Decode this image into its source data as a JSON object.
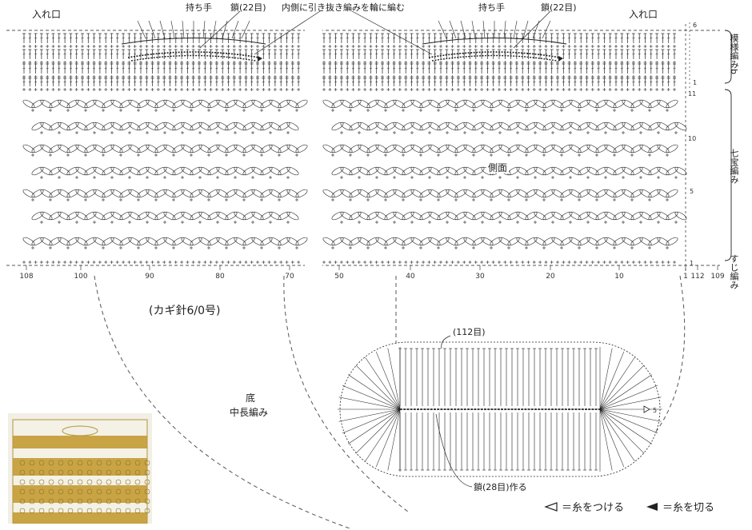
{
  "labels": {
    "opening_left": "入れ口",
    "opening_right": "入れ口",
    "handle_left": "持ち手",
    "handle_right": "持ち手",
    "chain22_left": "鎖(22目)",
    "chain22_right": "鎖(22目)",
    "inner_slip_note": "内側に引き抜き編みを輪に編む",
    "side": "側面",
    "hook": "(カギ針6/0号)",
    "bottom": "底",
    "bottom_stitch": "中長編み",
    "stitches_112": "(112目)",
    "chain28": "鎖(28目)作る"
  },
  "side_labels": {
    "pattern_b": "模様編みb",
    "shippo": "七宝編み",
    "suji": "すじ編み"
  },
  "row_numbers": [
    "6",
    "1",
    "11",
    "10",
    "5",
    "1",
    "5"
  ],
  "column_numbers": [
    "108",
    "100",
    "90",
    "80",
    "70",
    "50",
    "40",
    "30",
    "20",
    "10",
    "1",
    "112",
    "109"
  ],
  "legend": {
    "attach": "＝糸をつける",
    "cut": "＝糸を切る"
  },
  "colors": {
    "ink": "#222222",
    "dash": "#555555",
    "yarn_gold": "#c9a445",
    "yarn_white": "#f4f1e6"
  }
}
